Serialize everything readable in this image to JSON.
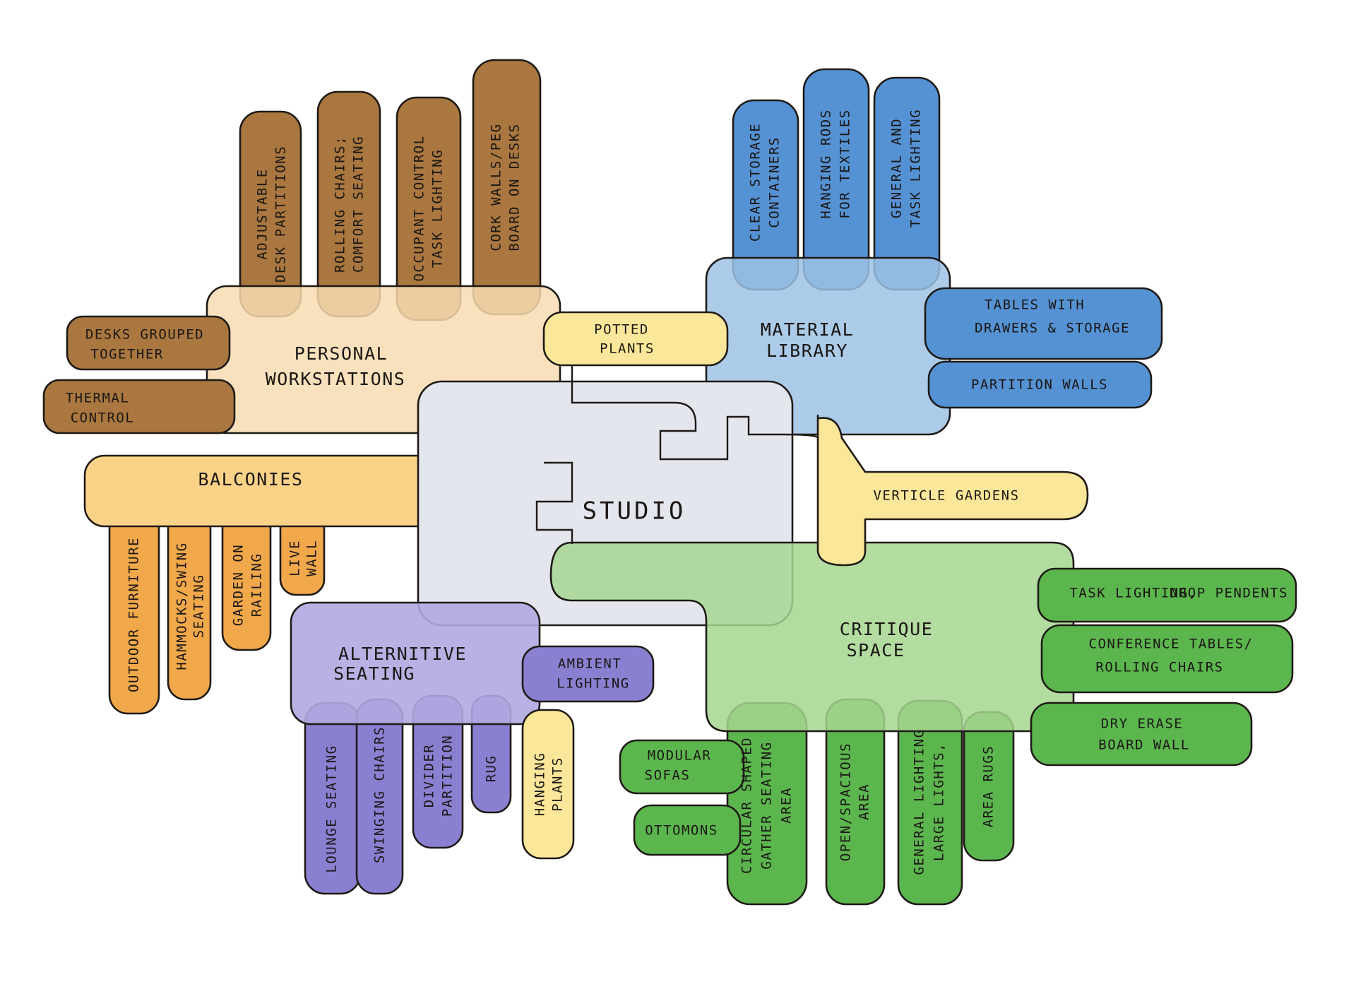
{
  "center": {
    "label": "STUDIO",
    "color": "#e4e6ee"
  },
  "hubs": {
    "personal": {
      "label_lines": [
        "PERSONAL",
        "WORKSTATIONS"
      ],
      "color": "#f7dcb0",
      "items": [
        [
          "ADJUSTABLE",
          "DESK PARTITIONS"
        ],
        [
          "ROLLING CHAIRS;",
          "COMFORT SEATING"
        ],
        [
          "OCCUPANT CONTROL",
          "TASK LIGHTING"
        ],
        [
          "CORK WALLS/PEG",
          "BOARD ON DESKS"
        ],
        [
          "DESKS GROUPED",
          "TOGETHER"
        ],
        [
          "THERMAL",
          "CONTROL"
        ]
      ]
    },
    "material": {
      "label_lines": [
        "MATERIAL",
        "LIBRARY"
      ],
      "color": "#9cc2e4",
      "items": [
        [
          "CLEAR STORAGE",
          "CONTAINERS"
        ],
        [
          "HANGING RODS",
          "FOR TEXTILES"
        ],
        [
          "GENERAL AND",
          "TASK LIGHTING"
        ],
        [
          "TABLES WITH",
          "DRAWERS & STORAGE"
        ],
        [
          "PARTITION WALLS"
        ]
      ]
    },
    "critique": {
      "label_lines": [
        "CRITIQUE",
        "SPACE"
      ],
      "color": "#a6d690",
      "items": [
        [
          "TASK LIGHTING,",
          "DROP PENDENTS"
        ],
        [
          "CONFERENCE TABLES/",
          "ROLLING CHAIRS"
        ],
        [
          "DRY ERASE",
          "BOARD WALL"
        ],
        [
          "MODULAR",
          "SOFAS"
        ],
        [
          "OTTOMONS"
        ],
        [
          "CIRCULAR SHAPED",
          "GATHER SEATING",
          "AREA"
        ],
        [
          "OPEN/SPACIOUS",
          "AREA"
        ],
        [
          "GENERAL LIGHTING",
          "LARGE LIGHTS,"
        ],
        [
          "AREA RUGS"
        ]
      ]
    },
    "alternative": {
      "label_lines": [
        "ALTERNITIVE",
        "SEATING"
      ],
      "color": "#b0a8e0",
      "items": [
        [
          "AMBIENT",
          "LIGHTING"
        ],
        [
          "LOUNGE SEATING"
        ],
        [
          "SWINGING CHAIRS"
        ],
        [
          "DIVIDER",
          "PARTITION"
        ],
        [
          "RUG"
        ]
      ]
    },
    "balconies": {
      "label_lines": [
        "BALCONIES"
      ],
      "color": "#fbd388",
      "items": [
        [
          "OUTDOOR FURNITURE"
        ],
        [
          "HAMMOCKS/SWING",
          "SEATING"
        ],
        [
          "GARDEN ON",
          "RAILING"
        ],
        [
          "LIVE",
          "WALL"
        ]
      ]
    }
  },
  "plants": {
    "potted": [
      "POTTED",
      "PLANTS"
    ],
    "verticle": [
      "VERTICLE GARDENS"
    ],
    "hanging": [
      "HANGING",
      "PLANTS"
    ],
    "color": "#fbe79a"
  }
}
